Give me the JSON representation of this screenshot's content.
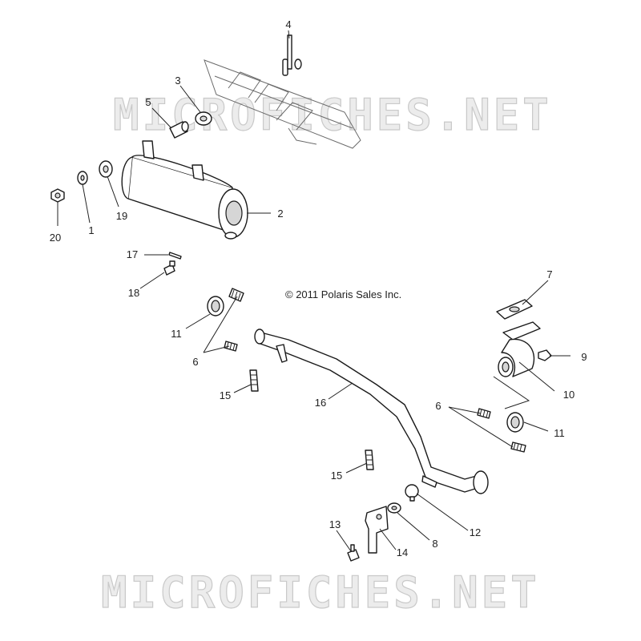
{
  "watermark": {
    "text": "MICROFICHES.NET"
  },
  "copyright": "© 2011 Polaris Sales Inc.",
  "callouts": [
    {
      "id": "c1",
      "label": "1"
    },
    {
      "id": "c2",
      "label": "2"
    },
    {
      "id": "c3",
      "label": "3"
    },
    {
      "id": "c4",
      "label": "4"
    },
    {
      "id": "c5",
      "label": "5"
    },
    {
      "id": "c6a",
      "label": "6"
    },
    {
      "id": "c6b",
      "label": "6"
    },
    {
      "id": "c7",
      "label": "7"
    },
    {
      "id": "c8",
      "label": "8"
    },
    {
      "id": "c9",
      "label": "9"
    },
    {
      "id": "c10",
      "label": "10"
    },
    {
      "id": "c11a",
      "label": "11"
    },
    {
      "id": "c11b",
      "label": "11"
    },
    {
      "id": "c12",
      "label": "12"
    },
    {
      "id": "c13",
      "label": "13"
    },
    {
      "id": "c14",
      "label": "14"
    },
    {
      "id": "c15a",
      "label": "15"
    },
    {
      "id": "c15b",
      "label": "15"
    },
    {
      "id": "c16",
      "label": "16"
    },
    {
      "id": "c17",
      "label": "17"
    },
    {
      "id": "c18",
      "label": "18"
    },
    {
      "id": "c19",
      "label": "19"
    },
    {
      "id": "c20",
      "label": "20"
    }
  ]
}
